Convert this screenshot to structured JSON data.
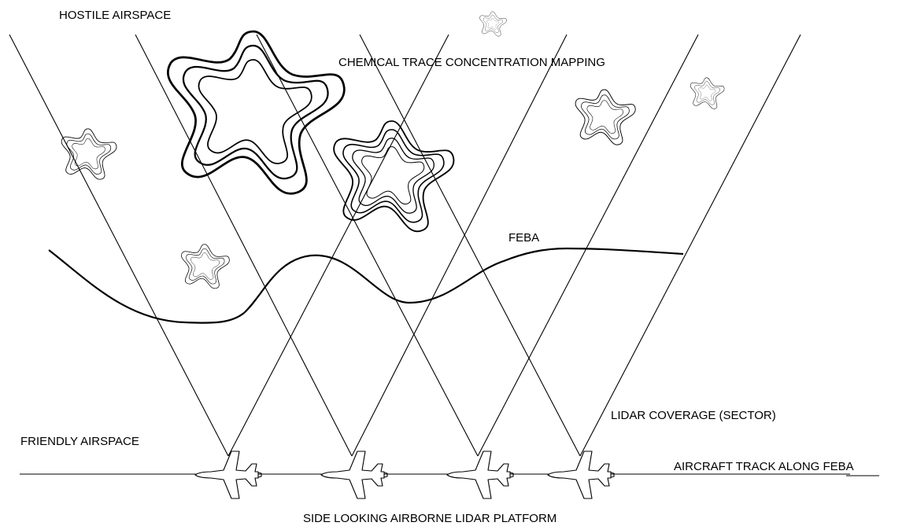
{
  "labels": {
    "hostile_airspace": "HOSTILE AIRSPACE",
    "chemical_mapping": "CHEMICAL TRACE CONCENTRATION MAPPING",
    "feba": "FEBA",
    "lidar_coverage": "LIDAR COVERAGE (SECTOR)",
    "friendly_airspace": "FRIENDLY AIRSPACE",
    "aircraft_track": "AIRCRAFT TRACK ALONG FEBA",
    "platform": "SIDE LOOKING AIRBORNE LIDAR PLATFORM"
  }
}
